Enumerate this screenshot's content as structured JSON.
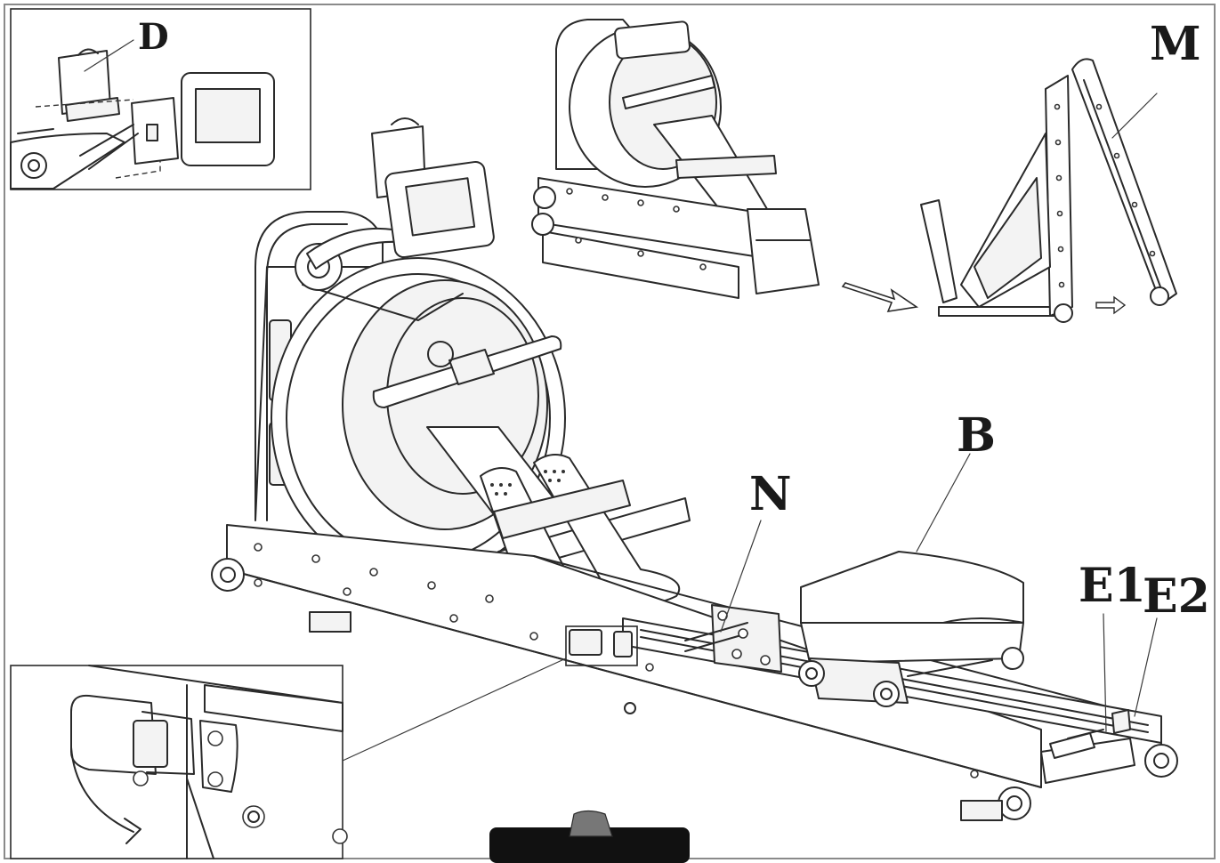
{
  "labels": {
    "d": "D",
    "m": "M",
    "b": "B",
    "n": "N",
    "e1": "E1",
    "e2": "E2"
  },
  "colors": {
    "line": "#2a2a2a",
    "background": "#ffffff",
    "border": "#8a8a8a"
  }
}
